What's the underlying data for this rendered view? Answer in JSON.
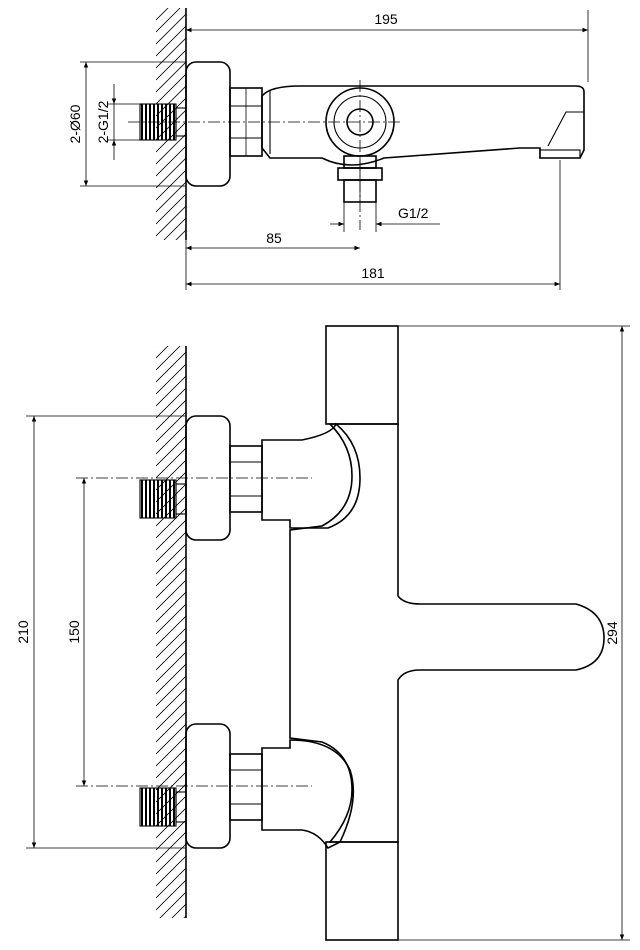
{
  "top_view": {
    "dim_overall_width": "195",
    "dim_spout_length": "181",
    "dim_to_outlet": "85",
    "dim_escutcheon_diameter": "2-Ø60",
    "dim_inlet_thread": "2-G1/2",
    "dim_outlet_thread": "G1/2"
  },
  "front_view": {
    "dim_height_overall": "294",
    "dim_escutcheon_span": "210",
    "dim_inlet_centers": "150"
  }
}
